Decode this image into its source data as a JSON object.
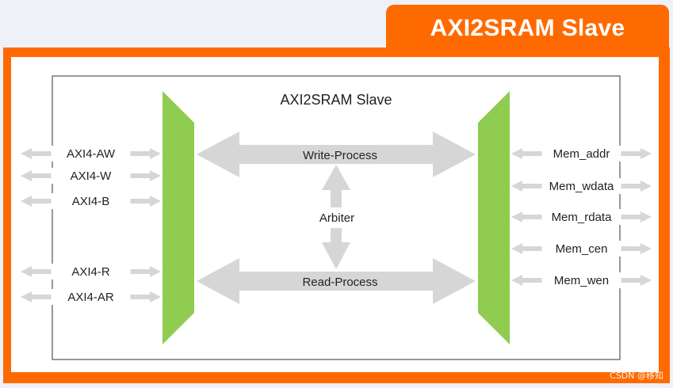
{
  "header": {
    "title": "AXI2SRAM Slave"
  },
  "diagram": {
    "box_title": "AXI2SRAM Slave",
    "left_signals": [
      "AXI4-AW",
      "AXI4-W",
      "AXI4-B",
      "AXI4-R",
      "AXI4-AR"
    ],
    "right_signals": [
      "Mem_addr",
      "Mem_wdata",
      "Mem_rdata",
      "Mem_cen",
      "Mem_wen"
    ],
    "write_process": "Write-Process",
    "read_process": "Read-Process",
    "arbiter": "Arbiter"
  },
  "watermark": "CSDN @移知",
  "colors": {
    "accent": "#ff6a00",
    "bus": "#8fcc4f",
    "arrow": "#d6d6d6",
    "background": "#eef2f8"
  }
}
